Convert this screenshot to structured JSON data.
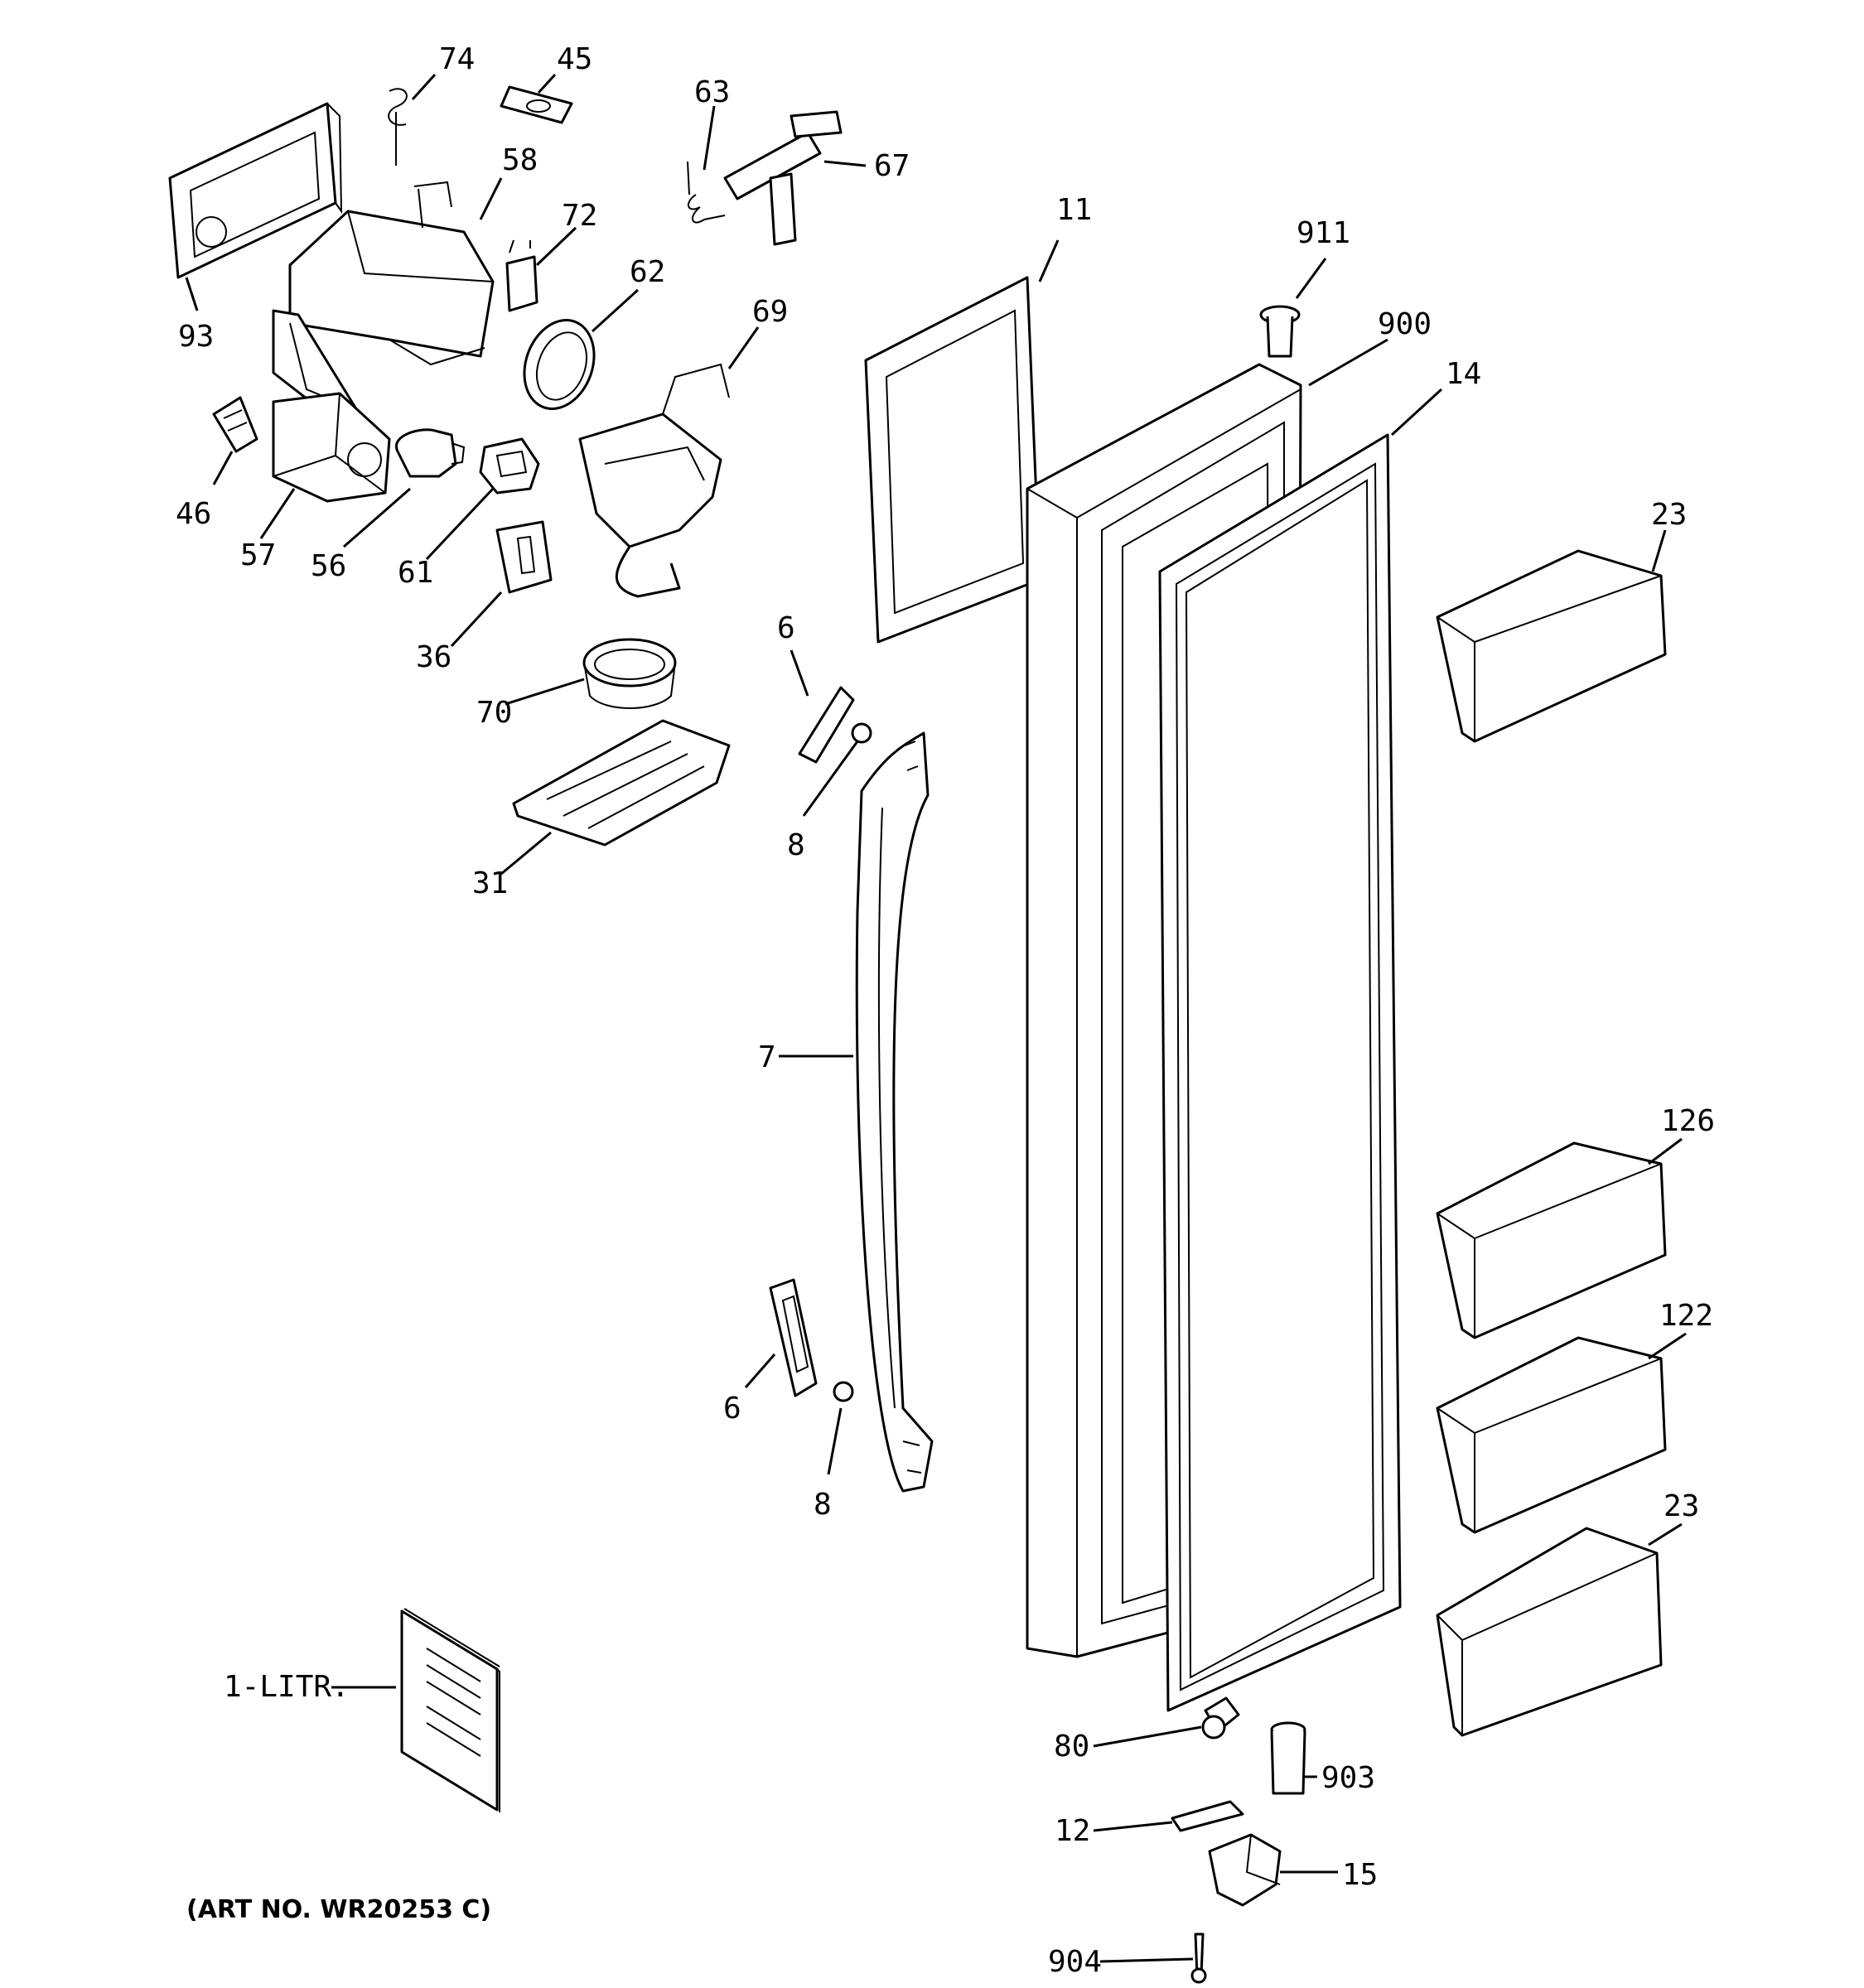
{
  "art_number": "(ART NO. WR20253 C)",
  "callouts": [
    "74",
    "45",
    "63",
    "67",
    "58",
    "72",
    "93",
    "62",
    "69",
    "46",
    "57",
    "56",
    "61",
    "36",
    "70",
    "31",
    "6",
    "8",
    "7",
    "11",
    "911",
    "900",
    "14",
    "23",
    "126",
    "122",
    "80",
    "903",
    "12",
    "15",
    "904",
    "1-LITR."
  ]
}
